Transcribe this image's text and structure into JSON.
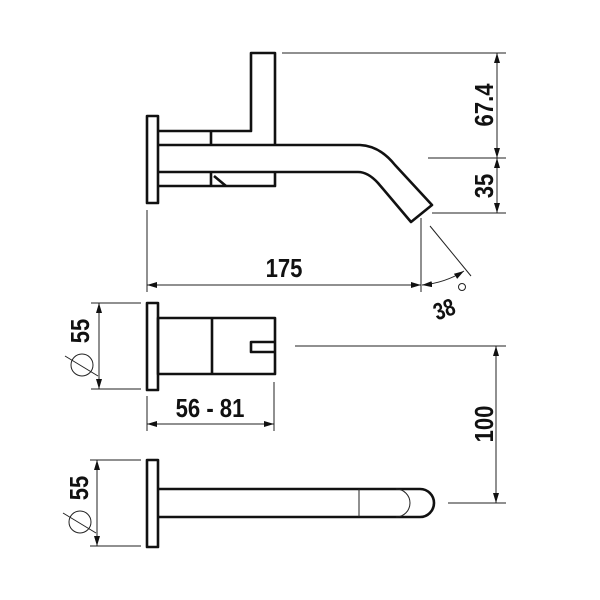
{
  "drawing": {
    "dimensions": {
      "handle_height": "67.4",
      "spout_drop": "35",
      "projection": "175",
      "spout_angle": "38",
      "angle_unit": "°",
      "flange_diameter_top": "55",
      "body_depth_range": "56 - 81",
      "spout_offset": "100",
      "flange_diameter_bottom": "55"
    },
    "diameter_symbol": "diameter-icon",
    "line_color": "#111111",
    "background": "#ffffff"
  }
}
